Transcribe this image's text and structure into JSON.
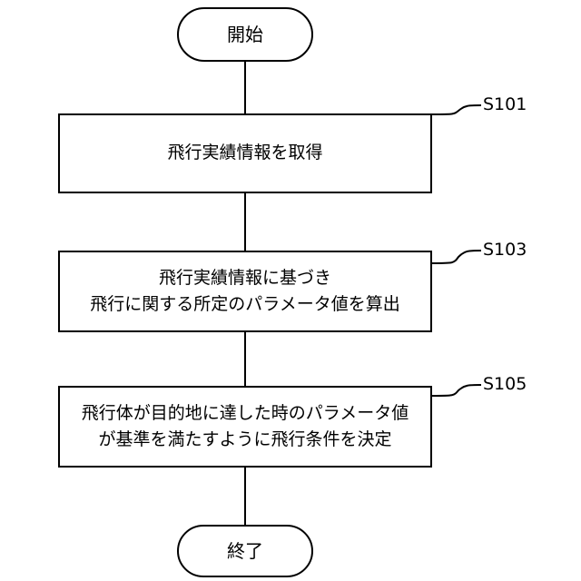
{
  "start": {
    "label": "開始"
  },
  "steps": [
    {
      "id": "S101",
      "lines": [
        "飛行実績情報を取得"
      ]
    },
    {
      "id": "S103",
      "lines": [
        "飛行実績情報に基づき",
        "飛行に関する所定のパラメータ値を算出"
      ]
    },
    {
      "id": "S105",
      "lines": [
        "飛行体が目的地に達した時のパラメータ値",
        "が基準を満たすように飛行条件を決定"
      ]
    }
  ],
  "end": {
    "label": "終了"
  }
}
